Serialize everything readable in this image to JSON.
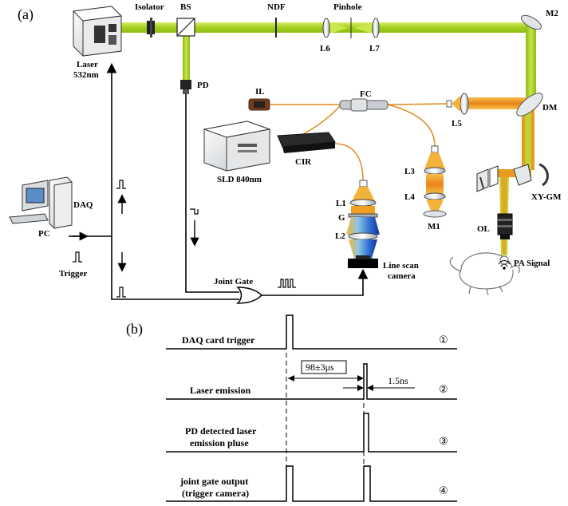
{
  "panel_a_label": "(a)",
  "panel_b_label": "(b)",
  "components": {
    "isolator": "Isolator",
    "bs": "BS",
    "ndf": "NDF",
    "pinhole": "Pinhole",
    "m2": "M2",
    "laser_line1": "Laser",
    "laser_line2": "532nm",
    "l6": "L6",
    "l7": "L7",
    "pd": "PD",
    "il": "IL",
    "fc": "FC",
    "dm": "DM",
    "l5": "L5",
    "sld": "SLD 840nm",
    "cir": "CIR",
    "l3": "L3",
    "l4": "L4",
    "m1": "M1",
    "l1": "L1",
    "g": "G",
    "l2": "L2",
    "xy_gm": "XY-GM",
    "ol": "OL",
    "pa_signal": "PA Signal",
    "daq": "DAQ",
    "pc": "PC",
    "trigger": "Trigger",
    "joint_gate": "Joint Gate",
    "line_scan_line1": "Line scan",
    "line_scan_line2": "camera"
  },
  "timing": {
    "row1": "DAQ card trigger",
    "row2": "Laser emission",
    "row3_line1": "PD detected laser",
    "row3_line2": "emission pluse",
    "row4_line1": "joint gate output",
    "row4_line2": "(trigger camera)",
    "delay": "98±3μs",
    "width": "1.5ns",
    "n1": "①",
    "n2": "②",
    "n3": "③",
    "n4": "④"
  },
  "colors": {
    "green_beam": "#a8d12a",
    "orange_beam": "#f0a020",
    "fiber": "#e08a1a"
  }
}
